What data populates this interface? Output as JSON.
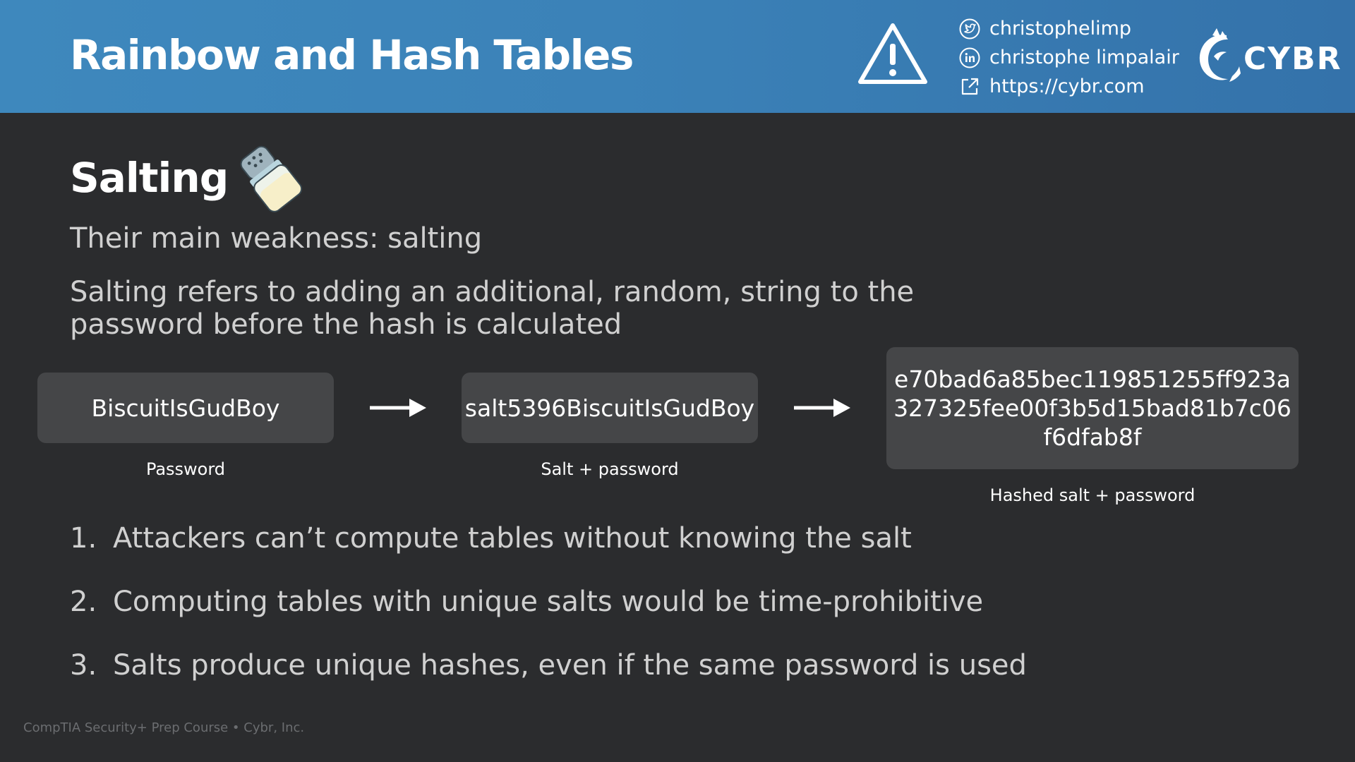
{
  "header": {
    "title": "Rainbow and Hash Tables",
    "social": {
      "twitter": "christophelimp",
      "linkedin": "christophe limpalair",
      "website": "https://cybr.com"
    },
    "brand": "CYBR"
  },
  "slide": {
    "section_title": "Salting",
    "lead": "Their main weakness: salting",
    "definition": "Salting refers to adding an additional, random, string to the password before the hash is calculated",
    "flow": {
      "password": {
        "value": "BiscuitIsGudBoy",
        "caption": "Password"
      },
      "salted": {
        "value": "salt5396BiscuitIsGudBoy",
        "caption": "Salt + password"
      },
      "hashed": {
        "value": "e70bad6a85bec119851255ff923a327325fee00f3b5d15bad81b7c06f6dfab8f",
        "caption": "Hashed salt + password"
      }
    },
    "points": [
      {
        "num": "1.",
        "text": "Attackers can’t compute tables without knowing the salt"
      },
      {
        "num": "2.",
        "text": "Computing tables with unique salts would be time-prohibitive"
      },
      {
        "num": "3.",
        "text": "Salts produce unique hashes, even if the same password is used"
      }
    ]
  },
  "footer": "CompTIA Security+ Prep Course • Cybr, Inc.",
  "colors": {
    "header_gradient_start": "#3e88bd",
    "header_gradient_end": "#3472aa",
    "background": "#2b2c2e",
    "box": "#454648",
    "body_text": "#d0d0d0"
  },
  "icons": [
    "warning-icon",
    "twitter-icon",
    "linkedin-icon",
    "external-link-icon",
    "cybr-logo-icon",
    "salt-shaker-icon",
    "arrow-right-icon"
  ]
}
